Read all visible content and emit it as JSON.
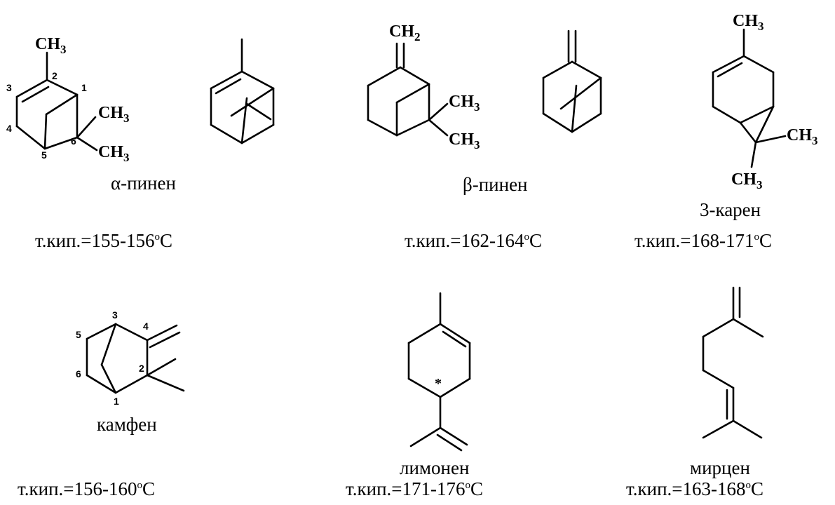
{
  "groups": {
    "ch3": "CH",
    "ch2": "CH",
    "sub3": "3",
    "sub2": "2"
  },
  "compounds": [
    {
      "name": "α-пинен",
      "bp_prefix": "т.кип.=155-156",
      "bp_deg": "o",
      "bp_unit": "C",
      "atom_numbers": [
        "1",
        "2",
        "3",
        "4",
        "5",
        "6"
      ]
    },
    {
      "name": "β-пинен",
      "bp_prefix": "т.кип.=162-164",
      "bp_deg": "o",
      "bp_unit": "C"
    },
    {
      "name": "3-карен",
      "bp_prefix": "т.кип.=168-171",
      "bp_deg": "o",
      "bp_unit": "C"
    },
    {
      "name": "камфен",
      "bp_prefix": "т.кип.=156-160",
      "bp_deg": "o",
      "bp_unit": "C",
      "atom_numbers": [
        "1",
        "2",
        "3",
        "4",
        "5",
        "6"
      ]
    },
    {
      "name": "лимонен",
      "bp_prefix": "т.кип.=171-176",
      "bp_deg": "o",
      "bp_unit": "C",
      "chiral_marker": "*"
    },
    {
      "name": "мирцен",
      "bp_prefix": "т.кип.=163-168",
      "bp_deg": "o",
      "bp_unit": "C"
    }
  ]
}
